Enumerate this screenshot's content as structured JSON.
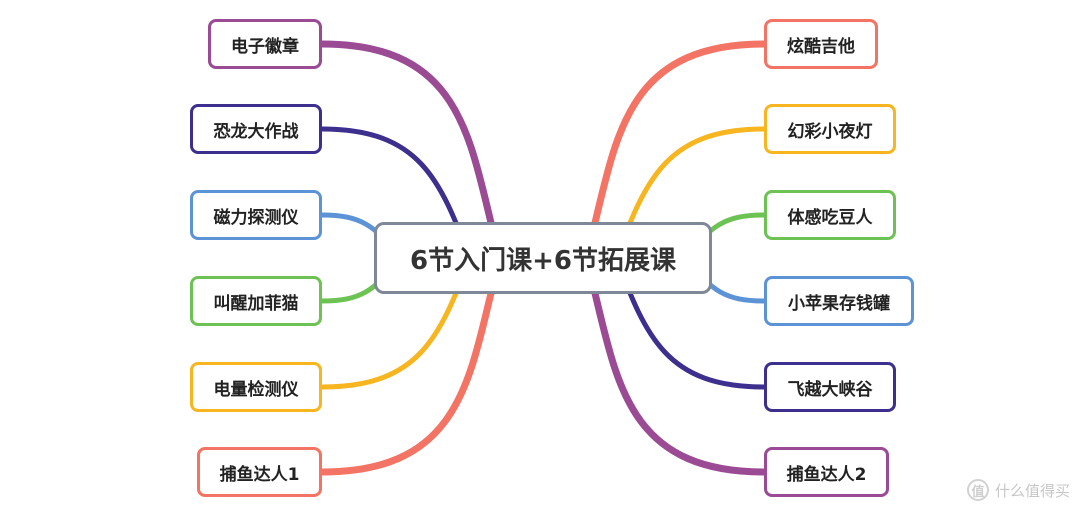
{
  "center": {
    "label": "6节入门课+6节拓展课"
  },
  "left_branches": [
    {
      "label": "电子徽章",
      "color": "#9b4a94"
    },
    {
      "label": "恐龙大作战",
      "color": "#3c2f8e"
    },
    {
      "label": "磁力探测仪",
      "color": "#5b93d6"
    },
    {
      "label": "叫醒加菲猫",
      "color": "#6cc353"
    },
    {
      "label": "电量检测仪",
      "color": "#f7b51f"
    },
    {
      "label": "捕鱼达人1",
      "color": "#f37365"
    }
  ],
  "right_branches": [
    {
      "label": "炫酷吉他",
      "color": "#f37365"
    },
    {
      "label": "幻彩小夜灯",
      "color": "#f7b51f"
    },
    {
      "label": "体感吃豆人",
      "color": "#6cc353"
    },
    {
      "label": "小苹果存钱罐",
      "color": "#5b93d6"
    },
    {
      "label": "飞越大峡谷",
      "color": "#3c2f8e"
    },
    {
      "label": "捕鱼达人2",
      "color": "#9b4a94"
    }
  ],
  "watermark": {
    "icon_glyph": "值",
    "text": "什么值得买",
    "icon": "zhi-logo-icon"
  }
}
